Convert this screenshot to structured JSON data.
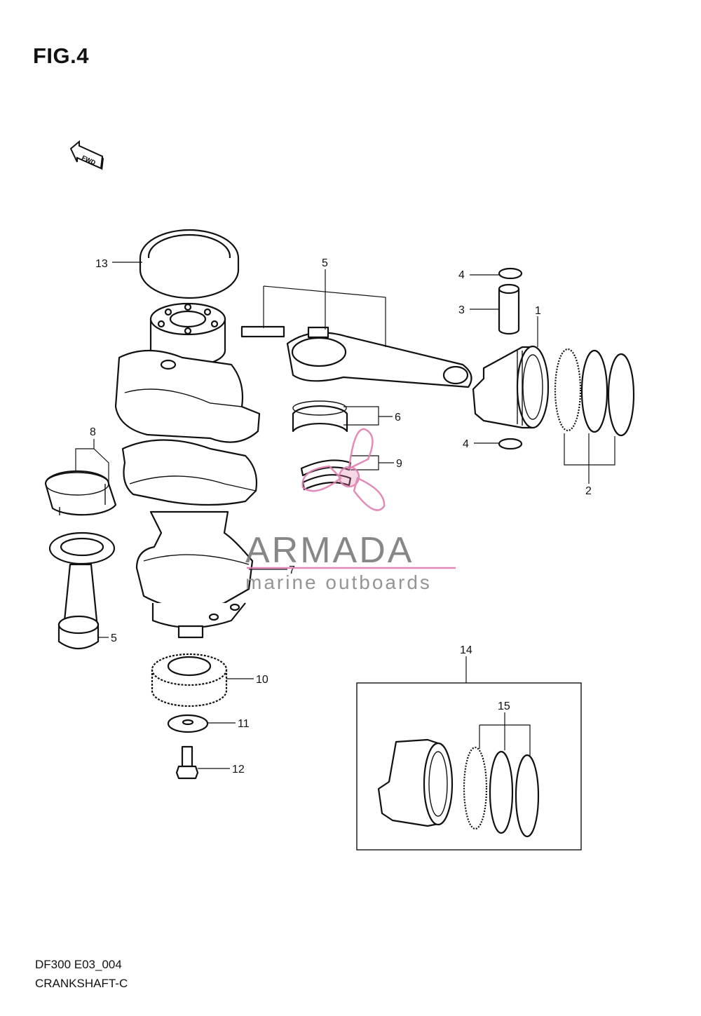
{
  "figure": {
    "title": "FIG.4"
  },
  "fwd_label": "FWD",
  "callouts": [
    {
      "id": "1",
      "text": "1"
    },
    {
      "id": "2",
      "text": "2"
    },
    {
      "id": "3",
      "text": "3"
    },
    {
      "id": "4a",
      "text": "4"
    },
    {
      "id": "4b",
      "text": "4"
    },
    {
      "id": "5a",
      "text": "5"
    },
    {
      "id": "5b",
      "text": "5"
    },
    {
      "id": "6",
      "text": "6"
    },
    {
      "id": "7",
      "text": "7"
    },
    {
      "id": "8",
      "text": "8"
    },
    {
      "id": "9",
      "text": "9"
    },
    {
      "id": "10",
      "text": "10"
    },
    {
      "id": "11",
      "text": "11"
    },
    {
      "id": "12",
      "text": "12"
    },
    {
      "id": "13",
      "text": "13"
    },
    {
      "id": "14",
      "text": "14"
    },
    {
      "id": "15",
      "text": "15"
    }
  ],
  "watermark": {
    "brand": "ARMADA",
    "tagline": "marine outboards",
    "accent_color": "#e07fb0"
  },
  "footer": {
    "code": "DF300 E03_004",
    "name": "CRANKSHAFT-C"
  }
}
